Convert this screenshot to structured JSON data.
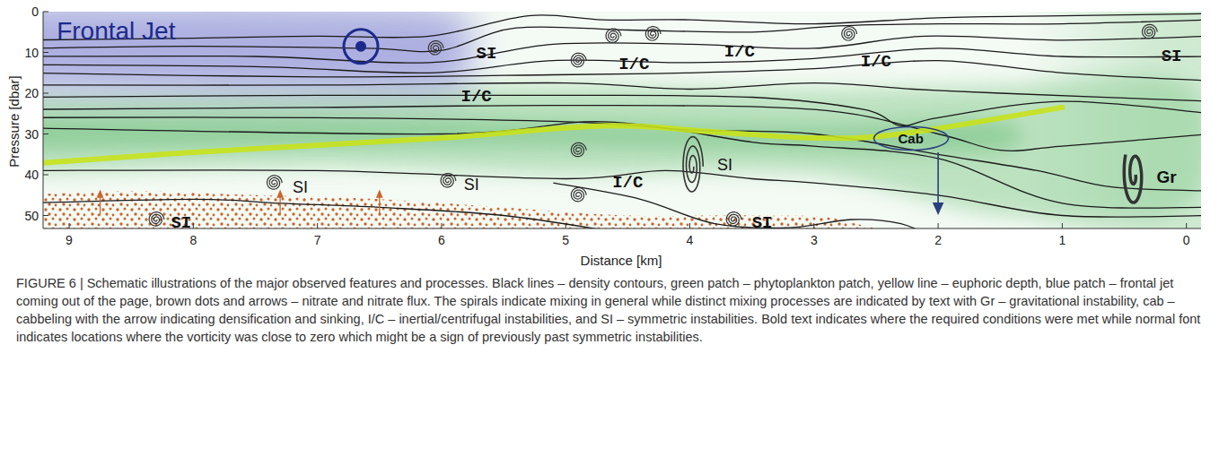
{
  "diagram": {
    "caption": "FIGURE 6 | Schematic illustrations of the major observed features and processes. Black lines – density contours, green patch – phytoplankton patch, yellow line – euphoric depth, blue patch – frontal jet coming out of the page, brown dots and arrows – nitrate and nitrate flux. The spirals indicate mixing in general while distinct mixing processes are indicated by text with Gr – gravitational instability, cab – cabbeling with the arrow indicating densification and sinking, I/C – inertial/centrifugal instabilities, and SI – symmetric instabilities. Bold text indicates where the required conditions were met while normal font indicates locations where the vorticity was close to zero which might be a sign of previously past symmetric instabilities.",
    "nodes": [
      {
        "text": [
          "Cab"
        ]
      }
    ],
    "labels": [
      "Frontal Jet",
      "SI",
      "I/C",
      "I/C",
      "I/C",
      "SI",
      "I/C",
      "I/C",
      "SI",
      "Gr",
      "SI",
      "SI",
      "SI",
      "SI",
      "Pressure [dbar]",
      "0",
      "10",
      "20",
      "30",
      "40",
      "50",
      "Distance [km]",
      "9",
      "8",
      "7",
      "6",
      "5",
      "4",
      "3",
      "2",
      "1",
      "0"
    ]
  }
}
